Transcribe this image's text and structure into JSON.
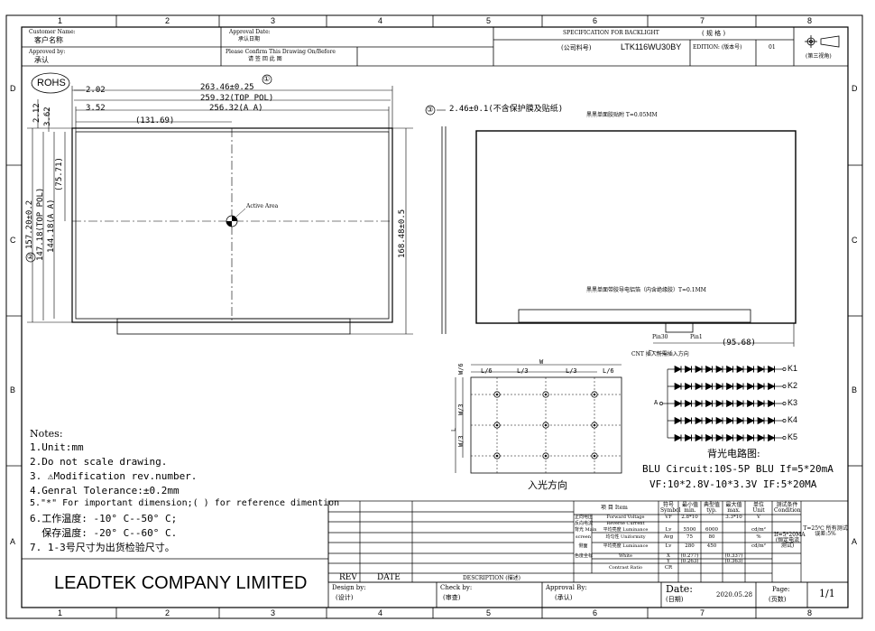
{
  "grid": {
    "columns": [
      "1",
      "2",
      "3",
      "4",
      "5",
      "6",
      "7",
      "8"
    ],
    "rows": [
      "D",
      "C",
      "B",
      "A"
    ]
  },
  "title_block_top": {
    "customer_name_en": "Customer Name:",
    "customer_name_cn": "客户名称",
    "approved_by_en": "Approved by:",
    "approved_by_cn": "承认",
    "approval_date_en": "Approval Date:",
    "approval_date_cn": "承认日期",
    "confirm_en": "Please Confirm This   Drawing On/Before",
    "confirm_cn": "请 签 回 此 图",
    "spec_title": "SPECIFICATION FOR BACKLIGHT",
    "spec_cn": "( 规 格 )",
    "company_part_no": "(公司料号)",
    "model": "LTK116WU30BY",
    "edition_label": "EDITION: (版本号)",
    "edition_value": "01",
    "projection_label": "(第三视角)"
  },
  "drawing": {
    "rohs": "ROHS",
    "marker_1": "①",
    "marker_2": "②",
    "marker_3": "③",
    "dim_2_02": "2.02",
    "dim_263": "263.46±0.25",
    "dim_259": "259.32(TOP POL)",
    "dim_3_52": "3.52",
    "dim_256": "256.32(A A)",
    "dim_131": "(131.69)",
    "dim_2_12": "2.12",
    "dim_3_62": "3.62",
    "dim_75": "(75.71)",
    "dim_157": "157.20±0.2",
    "dim_147": "147.18(TOP POL)",
    "dim_144": "144.18(A A)",
    "dim_168": "168.48±0.5",
    "active_area": "Active Area",
    "thickness": "2.46±0.1(不含保护膜及贴纸)",
    "tape_top": "黑黑单面胶贴附 T=0.05MM",
    "tape_bottom": "黑黑单面带胶导电铝箔（内含绝缘胶）T=0.1MM",
    "pin30": "Pin30",
    "pin1": "Pin1",
    "dim_95": "(95.68)",
    "cnt_note": "CNT 插入前需插入方向"
  },
  "measure": {
    "w": "W",
    "l6_left": "L/6",
    "l3_a": "L/3",
    "l3_b": "L/3",
    "l6_right": "L/6",
    "l": "L",
    "w6": "W/6",
    "w3_a": "W/3",
    "w3_b": "W/3",
    "caption": "入光方向"
  },
  "circuit": {
    "anode": "A",
    "cathodes": [
      "K1",
      "K2",
      "K3",
      "K4",
      "K5"
    ],
    "title": "背光电路图:",
    "line1": "BLU Circuit:10S-5P BLU If=5*20mA",
    "line2": "VF:10*2.8V-10*3.3V IF:5*20MA"
  },
  "notes": {
    "heading": "Notes:",
    "items": [
      "1.Unit:mm",
      "2.Do not scale drawing.",
      "3. ⚠Modification rev.number.",
      "4.Genral Tolerance:±0.2mm",
      "5.\"*\" For important dimension;( ) for reference dimention",
      "6.工作温度: -10° C--50° C;",
      "  保存温度: -20° C--60° C.",
      "7. 1-3号尺寸为出货检验尺寸。"
    ]
  },
  "spec_table": {
    "headers": [
      "项 目 Item",
      "符号 Symbol",
      "最小值 min.",
      "典型值 typ.",
      "最大值 max.",
      "单位 Unit",
      "测试条件 Condition"
    ],
    "rows": [
      {
        "group": "正向电压",
        "item": "Forward Voltage",
        "sym": "VF",
        "min": "2.8*10",
        "typ": "",
        "max": "3.3*10",
        "unit": "V"
      },
      {
        "group": "反向电流",
        "item": "Reverse Current",
        "sym": "",
        "min": "",
        "typ": "",
        "max": "",
        "unit": ""
      },
      {
        "group": "背光 Main",
        "item": "平均亮度 Luminance",
        "sym": "Lv",
        "min": "5500",
        "typ": "6000",
        "max": "",
        "unit": "cd/m²"
      },
      {
        "group": "screen",
        "item": "均匀性 Uniformity",
        "sym": "Avg",
        "min": "75",
        "typ": "80",
        "max": "",
        "unit": "%"
      },
      {
        "group": "侧面",
        "item": "平均亮度 Luminance",
        "sym": "Lv",
        "min": "280",
        "typ": "450",
        "max": "",
        "unit": "cd/m²"
      },
      {
        "group": "色度坐标",
        "item": "White",
        "sym": "X",
        "min": "(0.277)",
        "typ": "",
        "max": "(0.337)",
        "unit": ""
      },
      {
        "group": "",
        "item": "",
        "sym": "Y",
        "min": "(0.263)",
        "typ": "",
        "max": "(0.363)",
        "unit": ""
      },
      {
        "group": "",
        "item": "Contrast Ratio",
        "sym": "CR",
        "min": "",
        "typ": "",
        "max": "",
        "unit": ""
      }
    ],
    "condition": "If=5*20MA (恒定电流测试)",
    "temp": "T=25℃ 所有测试 误差:5%"
  },
  "title_block_bottom": {
    "company": "LEADTEK COMPANY LIMITED",
    "rev": "REV",
    "date": "DATE",
    "description": "DESCRIPTION   (描述)",
    "design_by": "Design by:",
    "design_cn": "(设计)",
    "check_by": "Check by:",
    "check_cn": "(审查)",
    "approval_by": "Approval By:",
    "approval_cn": "(承认)",
    "date_label": "Date:",
    "date_cn": "(日期)",
    "date_value": "2020.05.28",
    "page_label": "Page:",
    "page_cn": "(页数)",
    "page_value": "1/1"
  }
}
